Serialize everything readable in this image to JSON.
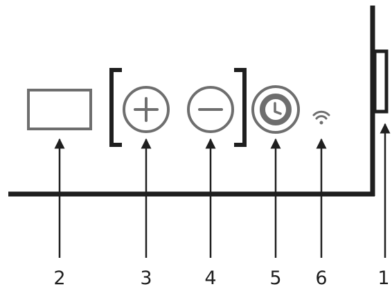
{
  "colors": {
    "outline": "#1f1f1f",
    "control": "#6e6e6e",
    "arrow": "#1f1f1f",
    "background": "#ffffff"
  },
  "panel": {
    "display": {
      "icon": "rectangle-display"
    },
    "plus_button": {
      "icon": "plus-circle-icon"
    },
    "minus_button": {
      "icon": "minus-circle-icon"
    },
    "timer_button": {
      "icon": "clock-icon"
    },
    "wifi_indicator": {
      "icon": "wifi-icon"
    },
    "side_button": {
      "icon": "side-slider"
    }
  },
  "callouts": [
    {
      "label": "2",
      "target": "display"
    },
    {
      "label": "3",
      "target": "plus_button"
    },
    {
      "label": "4",
      "target": "minus_button"
    },
    {
      "label": "5",
      "target": "timer_button"
    },
    {
      "label": "6",
      "target": "wifi_indicator"
    },
    {
      "label": "1",
      "target": "side_button"
    }
  ]
}
